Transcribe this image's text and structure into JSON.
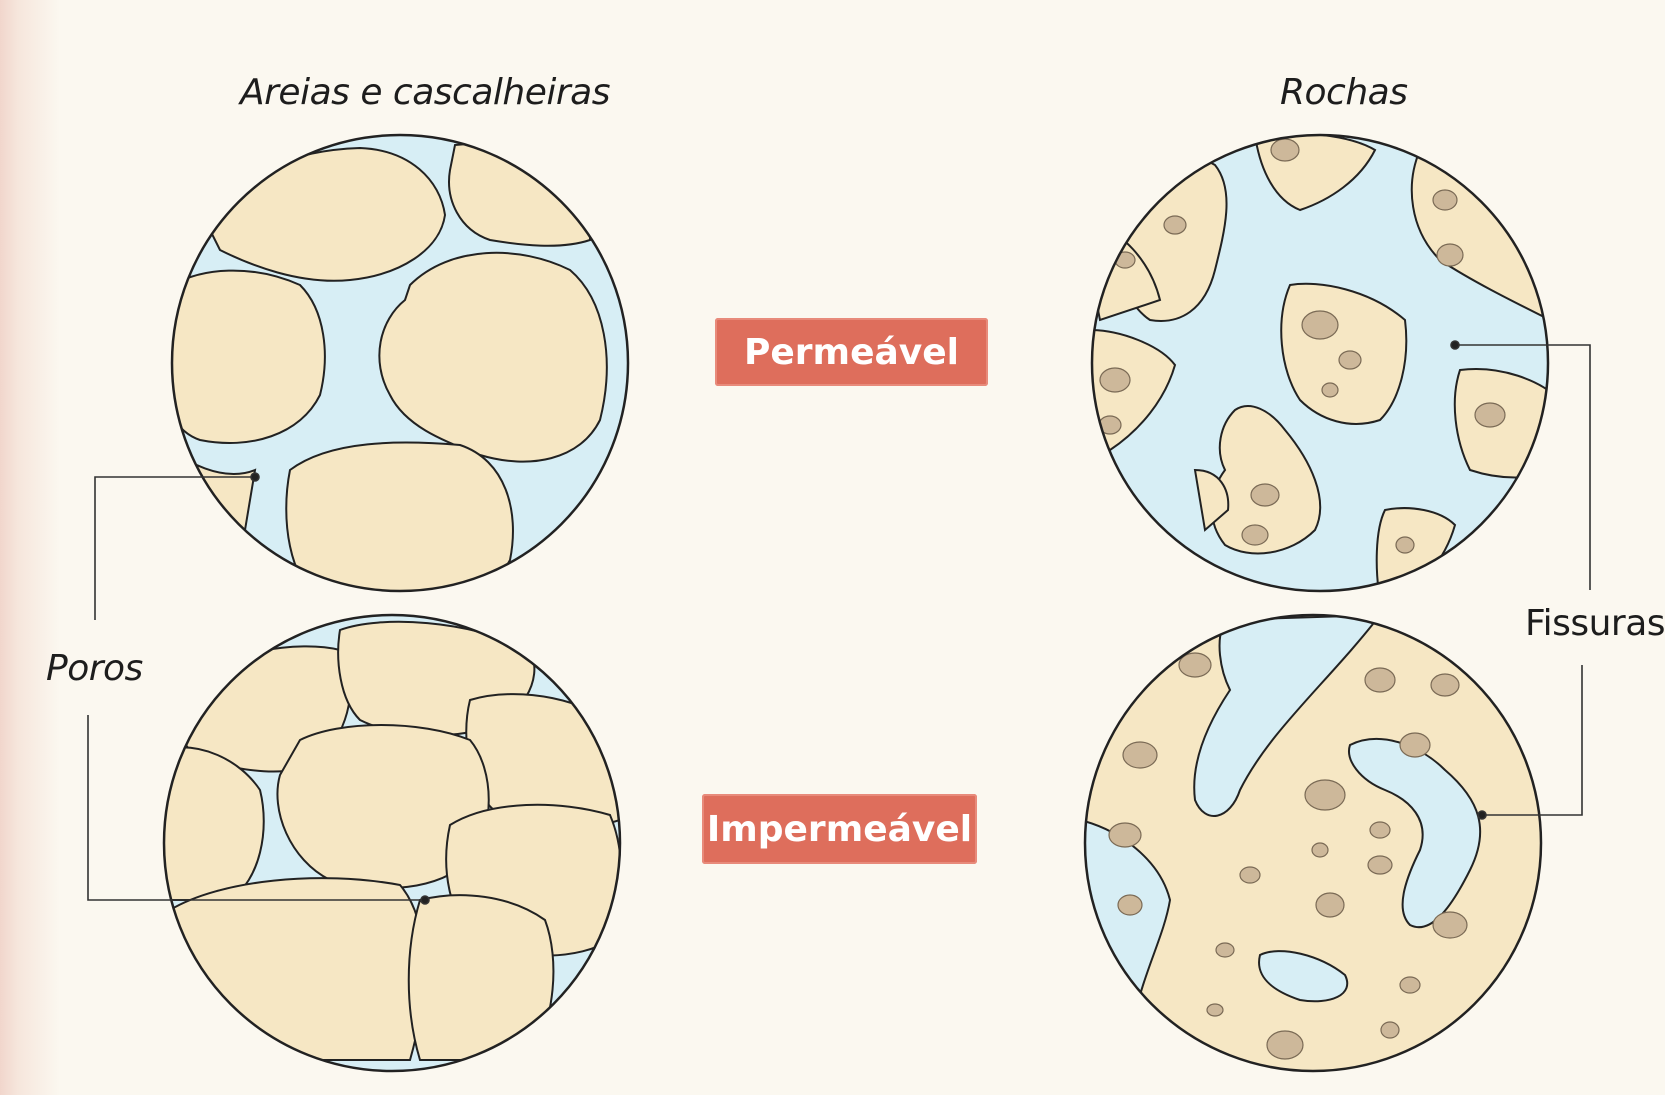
{
  "headings": {
    "left": "Areias e cascalheiras",
    "right": "Rochas"
  },
  "badges": {
    "permeable": "Permeável",
    "impermeable": "Impermeável"
  },
  "callouts": {
    "pores": "Poros",
    "fissures": "Fissuras"
  },
  "colors": {
    "background": "#fbf8f0",
    "grain": "#f6e7c4",
    "water": "#d7eef5",
    "inclusion": "#cdb89a",
    "badge": "#de6e5c",
    "outline": "#222222"
  }
}
